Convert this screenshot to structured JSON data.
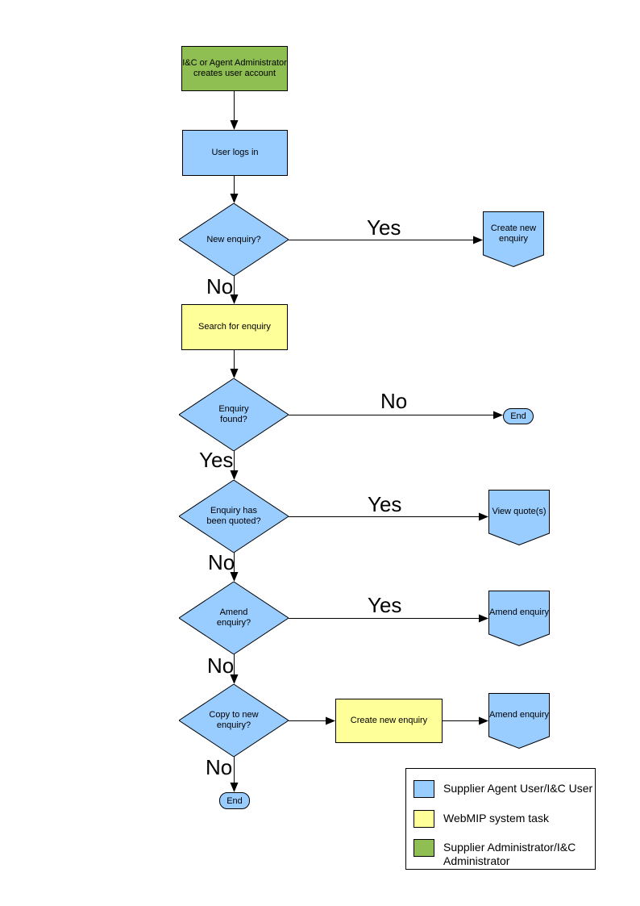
{
  "colors": {
    "blue": "#99CCFF",
    "yellow": "#FFFF99",
    "green": "#8FBE53"
  },
  "nodes": {
    "admin_creates_account": "I&C or Agent Administrator\ncreates user account",
    "user_logs_in": "User logs in",
    "new_enquiry_q": "New enquiry?",
    "create_new_enquiry_a": "Create new\nenquiry",
    "search_for_enquiry": "Search for enquiry",
    "enquiry_found_q": "Enquiry\nfound?",
    "end_right": "End",
    "enquiry_quoted_q": "Enquiry has\nbeen quoted?",
    "view_quotes": "View quote(s)",
    "amend_enquiry_q": "Amend\nenquiry?",
    "amend_enquiry_a": "Amend enquiry",
    "copy_to_new_q": "Copy to new\nenquiry?",
    "create_new_enquiry_b": "Create new enquiry",
    "amend_enquiry_b": "Amend enquiry",
    "end_bottom": "End"
  },
  "edge_labels": {
    "yes1": "Yes",
    "no1": "No",
    "no2": "No",
    "yes2": "Yes",
    "yes3": "Yes",
    "no3": "No",
    "yes4": "Yes",
    "no4": "No",
    "no5": "No"
  },
  "legend": {
    "items": [
      {
        "label": "Supplier Agent User/I&C User"
      },
      {
        "label": "WebMIP system task"
      },
      {
        "label": "Supplier Administrator/I&C\nAdministrator"
      }
    ]
  }
}
